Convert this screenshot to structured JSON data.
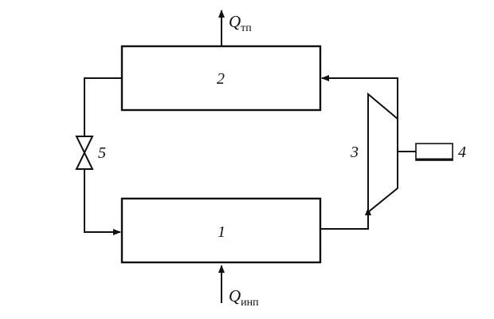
{
  "diagram": {
    "components": {
      "box_1": {
        "label": "1"
      },
      "box_2": {
        "label": "2"
      },
      "compressor_3": {
        "label": "3"
      },
      "motor_4": {
        "label": "4"
      },
      "valve_5": {
        "label": "5"
      }
    },
    "heat_flows": {
      "q_top": {
        "symbol": "Q",
        "subscript": "тп"
      },
      "q_bottom": {
        "symbol": "Q",
        "subscript": "инп"
      }
    },
    "colors": {
      "stroke": "#111111",
      "background": "#ffffff"
    }
  }
}
